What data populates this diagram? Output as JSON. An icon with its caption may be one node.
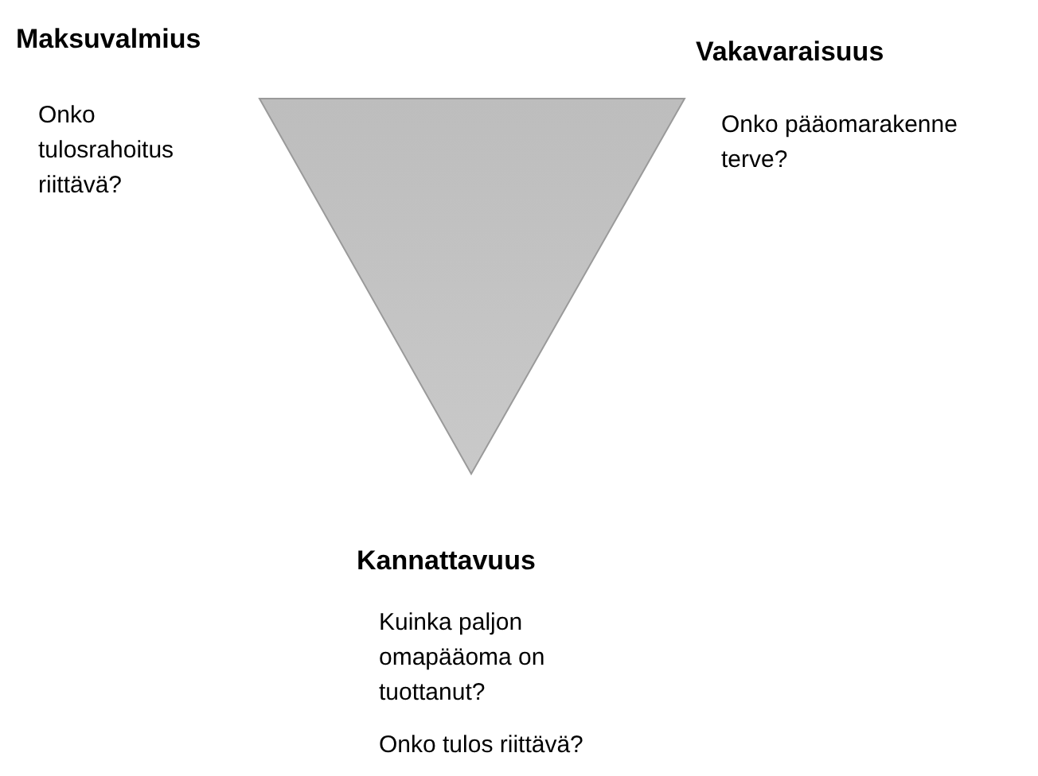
{
  "diagram": {
    "nodes": [
      {
        "text": [],
        "shape": "triangle"
      }
    ],
    "labels": [
      "Maksuvalmius",
      "Onko tulosrahoitus riittävä?",
      "Vakavaraisuus",
      "Onko pääomarakenne terve?",
      "Kannattavuus",
      "Kuinka paljon omapääoma on tuottanut?",
      "Onko tulos riittävä?"
    ]
  }
}
